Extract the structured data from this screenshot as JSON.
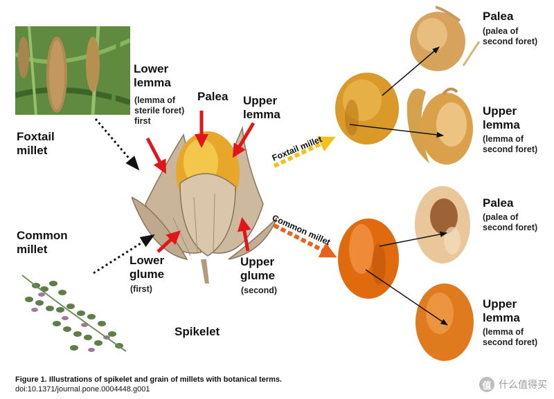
{
  "diagram": {
    "labels": {
      "lower_lemma": "Lower lemma",
      "lower_lemma_note": "(lemma of sterile foret) first",
      "palea_center": "Palea",
      "upper_lemma_center": "Upper lemma",
      "foxtail_millet": "Foxtail millet",
      "common_millet": "Common millet",
      "lower_glume": "Lower glume",
      "lower_glume_note": "(first)",
      "upper_glume": "Upper glume",
      "upper_glume_note": "(second)",
      "spikelet": "Spikelet",
      "foxtail_arrow": "Foxtail millet",
      "common_arrow": "Common millet",
      "palea_top": "Palea",
      "palea_top_note": "(palea of second foret)",
      "upper_lemma_top": "Upper lemma",
      "upper_lemma_top_note": "(lemma of second foret)",
      "palea_bottom": "Palea",
      "palea_bottom_note": "(palea of second foret)",
      "upper_lemma_bottom": "Upper lemma",
      "upper_lemma_bottom_note": "(lemma of second foret)"
    }
  },
  "caption": {
    "title": "Figure 1. Illustrations of spikelet and grain of millets with botanical terms.",
    "doi": "doi:10.1371/journal.pone.0004448.g001"
  },
  "watermark": {
    "badge": "值",
    "text": "什么值得买"
  },
  "colors": {
    "red_arrow": "#e0161b",
    "foxtail_arrow": "#f2c11b",
    "common_arrow": "#e8621c"
  }
}
